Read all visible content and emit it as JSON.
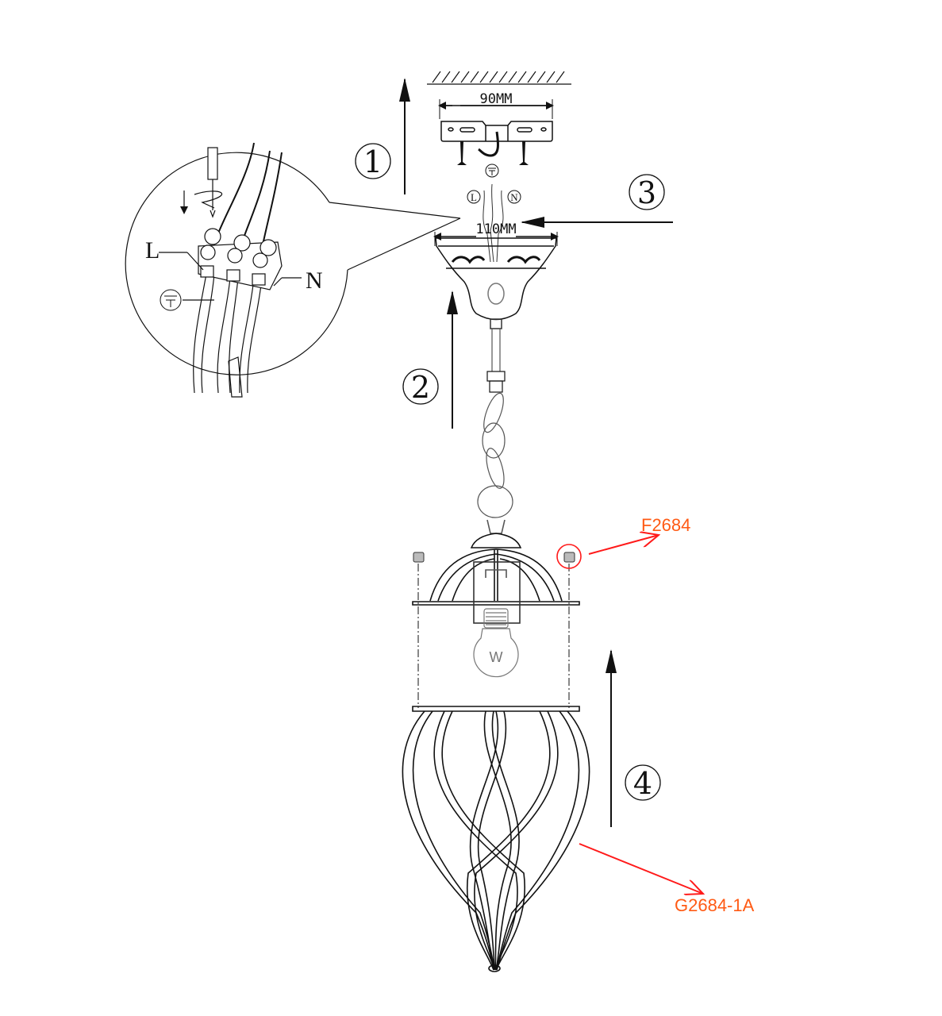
{
  "dimensions": {
    "bracket_width": "90MM",
    "canopy_width": "110MM"
  },
  "steps": [
    "1",
    "2",
    "3",
    "4"
  ],
  "wiring": {
    "live": "L",
    "neutral": "N",
    "earth_icon": "earth-ground-icon"
  },
  "bulb_label": "W",
  "parts": {
    "screw_part": "F2684",
    "shade_part": "G2684-1A"
  },
  "colors": {
    "annotation_arrow": "#ff1a1a",
    "annotation_text": "#ff5a14",
    "line": "#111111"
  }
}
